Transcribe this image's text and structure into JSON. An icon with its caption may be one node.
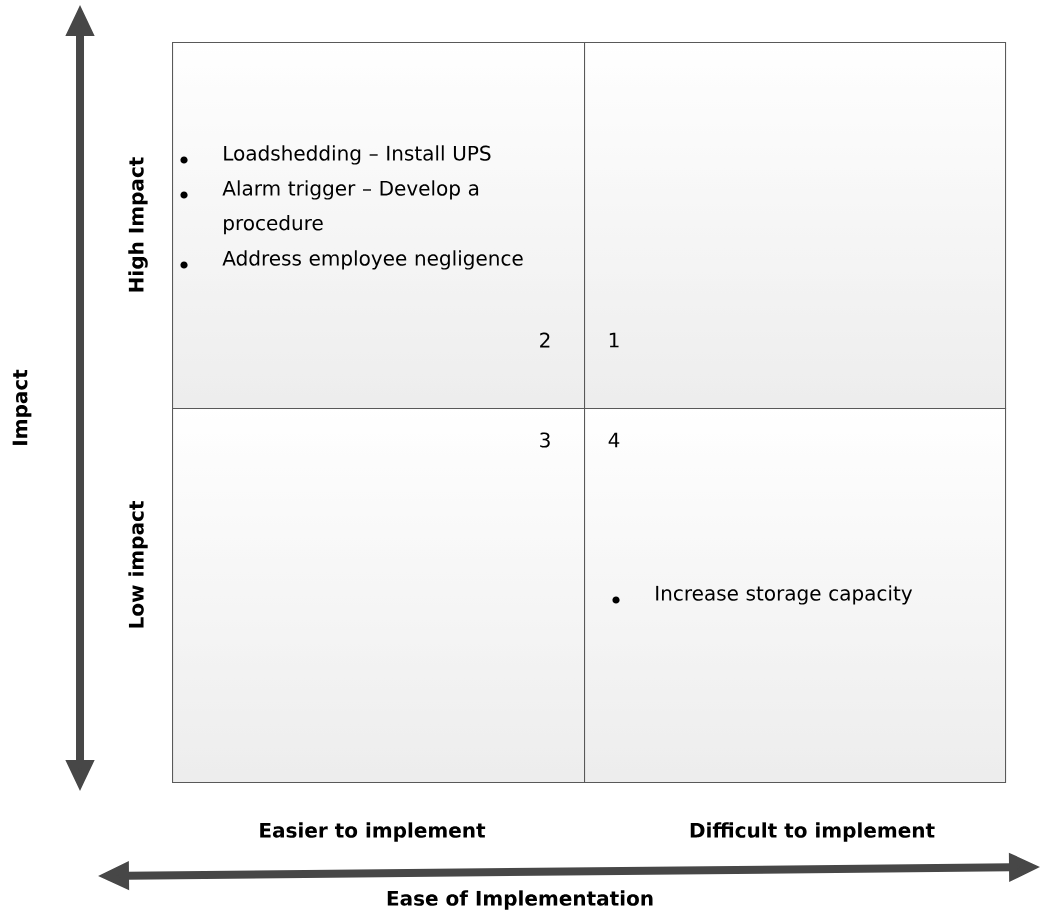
{
  "diagram": {
    "nodes": [
      {
        "text": [
          "Loadshedding – Install UPS",
          "Alarm trigger – Develop a procedure",
          "Address employee negligence",
          "2"
        ]
      },
      {
        "text": [
          "1"
        ]
      },
      {
        "text": [
          "3"
        ]
      },
      {
        "text": [
          "4",
          "Increase storage capacity"
        ]
      }
    ],
    "labels": [
      "Impact",
      "High Impact",
      "Low impact",
      "Easier to implement",
      "Difficult to implement",
      "Ease of Implementation"
    ]
  }
}
